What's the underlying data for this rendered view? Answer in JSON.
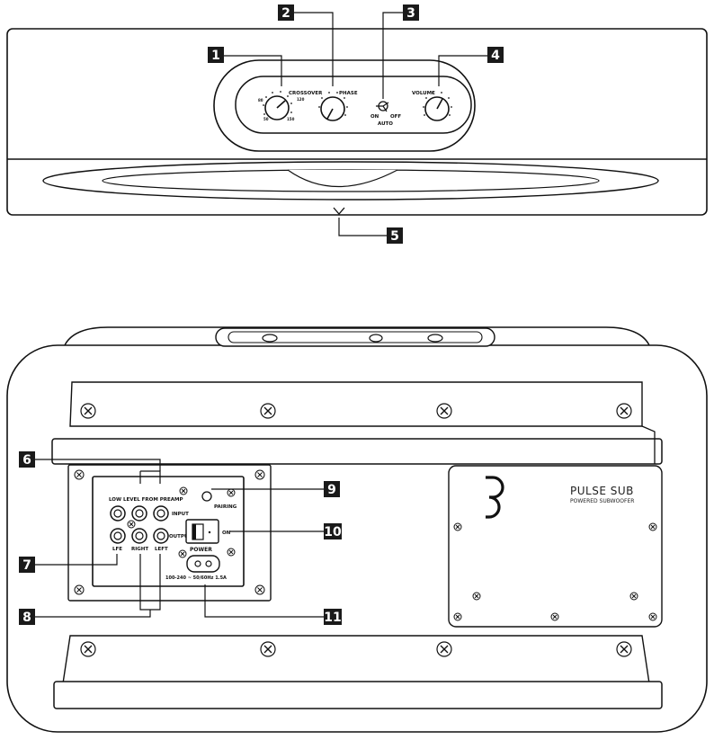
{
  "callouts": {
    "c1": "1",
    "c2": "2",
    "c3": "3",
    "c4": "4",
    "c5": "5",
    "c6": "6",
    "c7": "7",
    "c8": "8",
    "c9": "9",
    "c10": "10",
    "c11": "11"
  },
  "front_panel": {
    "crossover": "CROSSOVER",
    "crossover_80": "80",
    "crossover_120": "120",
    "crossover_50": "50",
    "crossover_150": "150",
    "phase": "PHASE",
    "volume": "VOLUME",
    "switch_on": "ON",
    "switch_off": "OFF",
    "switch_auto": "AUTO"
  },
  "rear_panel": {
    "low_level_from_preamp": "LOW LEVEL FROM PREAMP",
    "input": "INPUT",
    "output": "OUTPUT",
    "lfe": "LFE",
    "right": "RIGHT",
    "left": "LEFT",
    "pairing": "PAIRING",
    "on": "ON",
    "power": "POWER",
    "power_rating": "100-240 ~ 50/60Hz 1.5A"
  },
  "brand": {
    "model": "PULSE SUB",
    "tagline": "POWERED SUBWOOFER"
  }
}
